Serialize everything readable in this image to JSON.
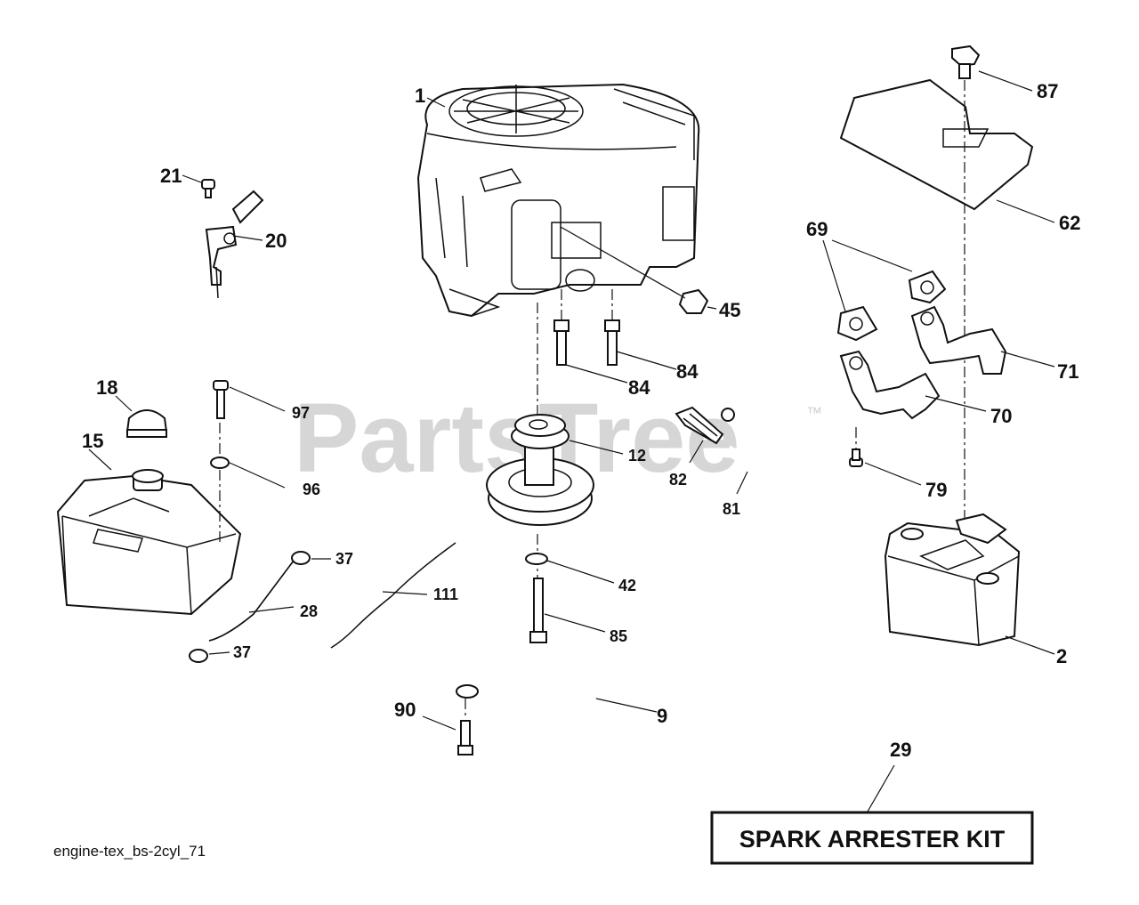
{
  "watermark": {
    "text": "PartsTree",
    "tm": "™"
  },
  "drawing_id": "engine-tex_bs-2cyl_71",
  "kit_label": "SPARK ARRESTER KIT",
  "callouts": {
    "c1": "1",
    "c2": "2",
    "c9": "9",
    "c12": "12",
    "c15": "15",
    "c18": "18",
    "c20": "20",
    "c21": "21",
    "c28": "28",
    "c29": "29",
    "c37a": "37",
    "c37b": "37",
    "c42": "42",
    "c45": "45",
    "c62": "62",
    "c69": "69",
    "c70": "70",
    "c71": "71",
    "c79": "79",
    "c81": "81",
    "c82": "82",
    "c84a": "84",
    "c84b": "84",
    "c85": "85",
    "c87": "87",
    "c90": "90",
    "c96": "96",
    "c97": "97",
    "c111": "111"
  }
}
